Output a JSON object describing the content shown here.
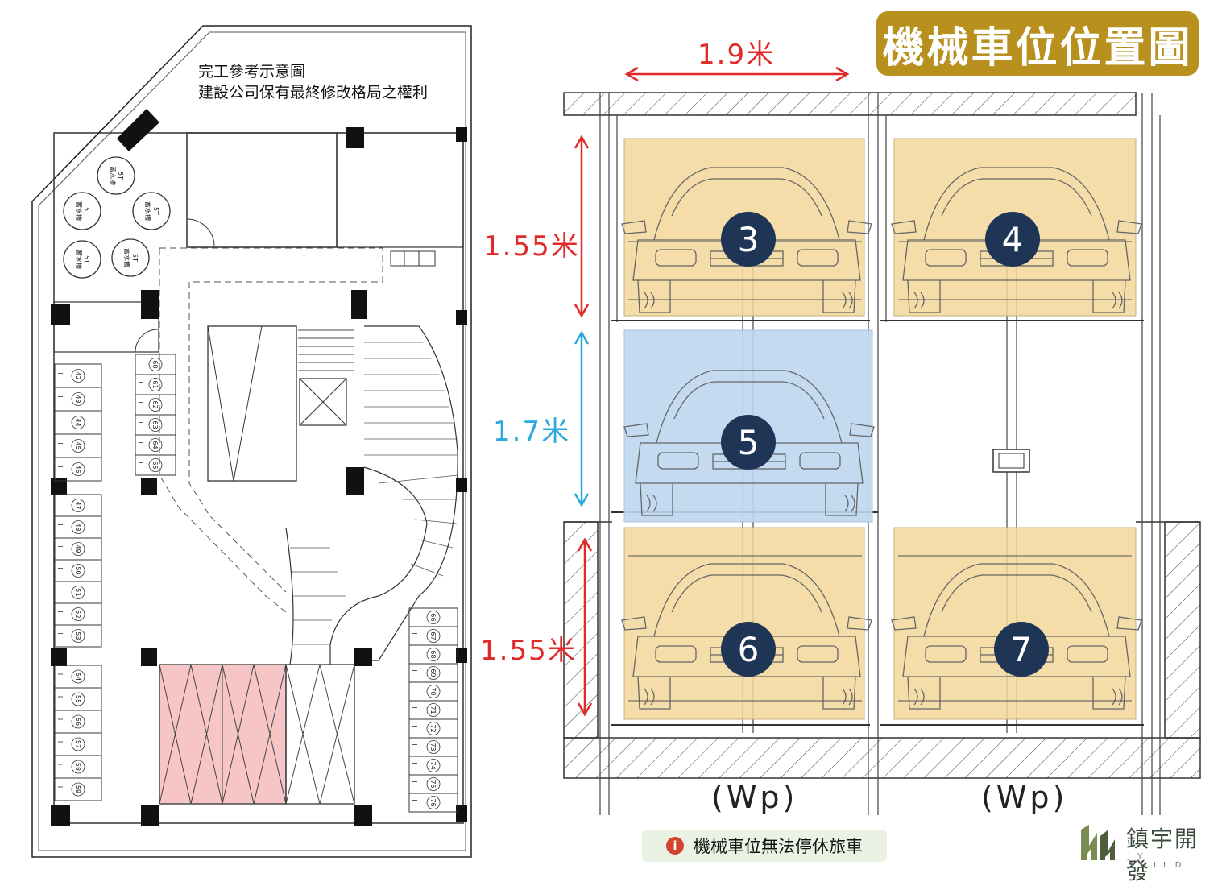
{
  "title": "機械車位位置圖",
  "note_lines": [
    "完工參考示意圖",
    "建設公司保有最終修改格局之權利"
  ],
  "dimensions": {
    "width_top": "1.9米",
    "height_upper": "1.55米",
    "height_middle": "1.7米",
    "height_lower": "1.55米"
  },
  "wp_labels": [
    "(Wp)",
    "(Wp)"
  ],
  "slots": [
    {
      "number": "3",
      "type": "tan"
    },
    {
      "number": "4",
      "type": "tan"
    },
    {
      "number": "5",
      "type": "blue"
    },
    {
      "number": "6",
      "type": "tan"
    },
    {
      "number": "7",
      "type": "tan"
    }
  ],
  "floor_plan": {
    "tanks": [
      "5T\n蓄水槽",
      "5T\n蓄水槽",
      "5T\n蓄水槽",
      "5T\n蓄水槽",
      "5T\n蓄水槽"
    ],
    "left_slots_a": [
      "42",
      "43",
      "44",
      "45",
      "46"
    ],
    "left_slots_b": [
      "47",
      "48",
      "49",
      "50",
      "51",
      "52",
      "53"
    ],
    "left_slots_c": [
      "54",
      "55",
      "56",
      "57",
      "58",
      "59"
    ],
    "middle_slots": [
      "60",
      "61",
      "62",
      "63",
      "64",
      "65"
    ],
    "right_slots": [
      "66",
      "67",
      "68",
      "69",
      "70",
      "71",
      "72",
      "73",
      "74",
      "75",
      "76"
    ]
  },
  "warning": "機械車位無法停休旅車",
  "logo": {
    "name": "鎮宇開發",
    "sub": "JY BUILD"
  },
  "colors": {
    "badge": "#b8901e",
    "tan_slot": "#f2d79a",
    "blue_slot": "#bcd6ef",
    "pink_area": "#f6c5c6",
    "number_circle": "#1e3556",
    "dim_red": "#e02a2a",
    "dim_blue": "#2aa8dd"
  }
}
